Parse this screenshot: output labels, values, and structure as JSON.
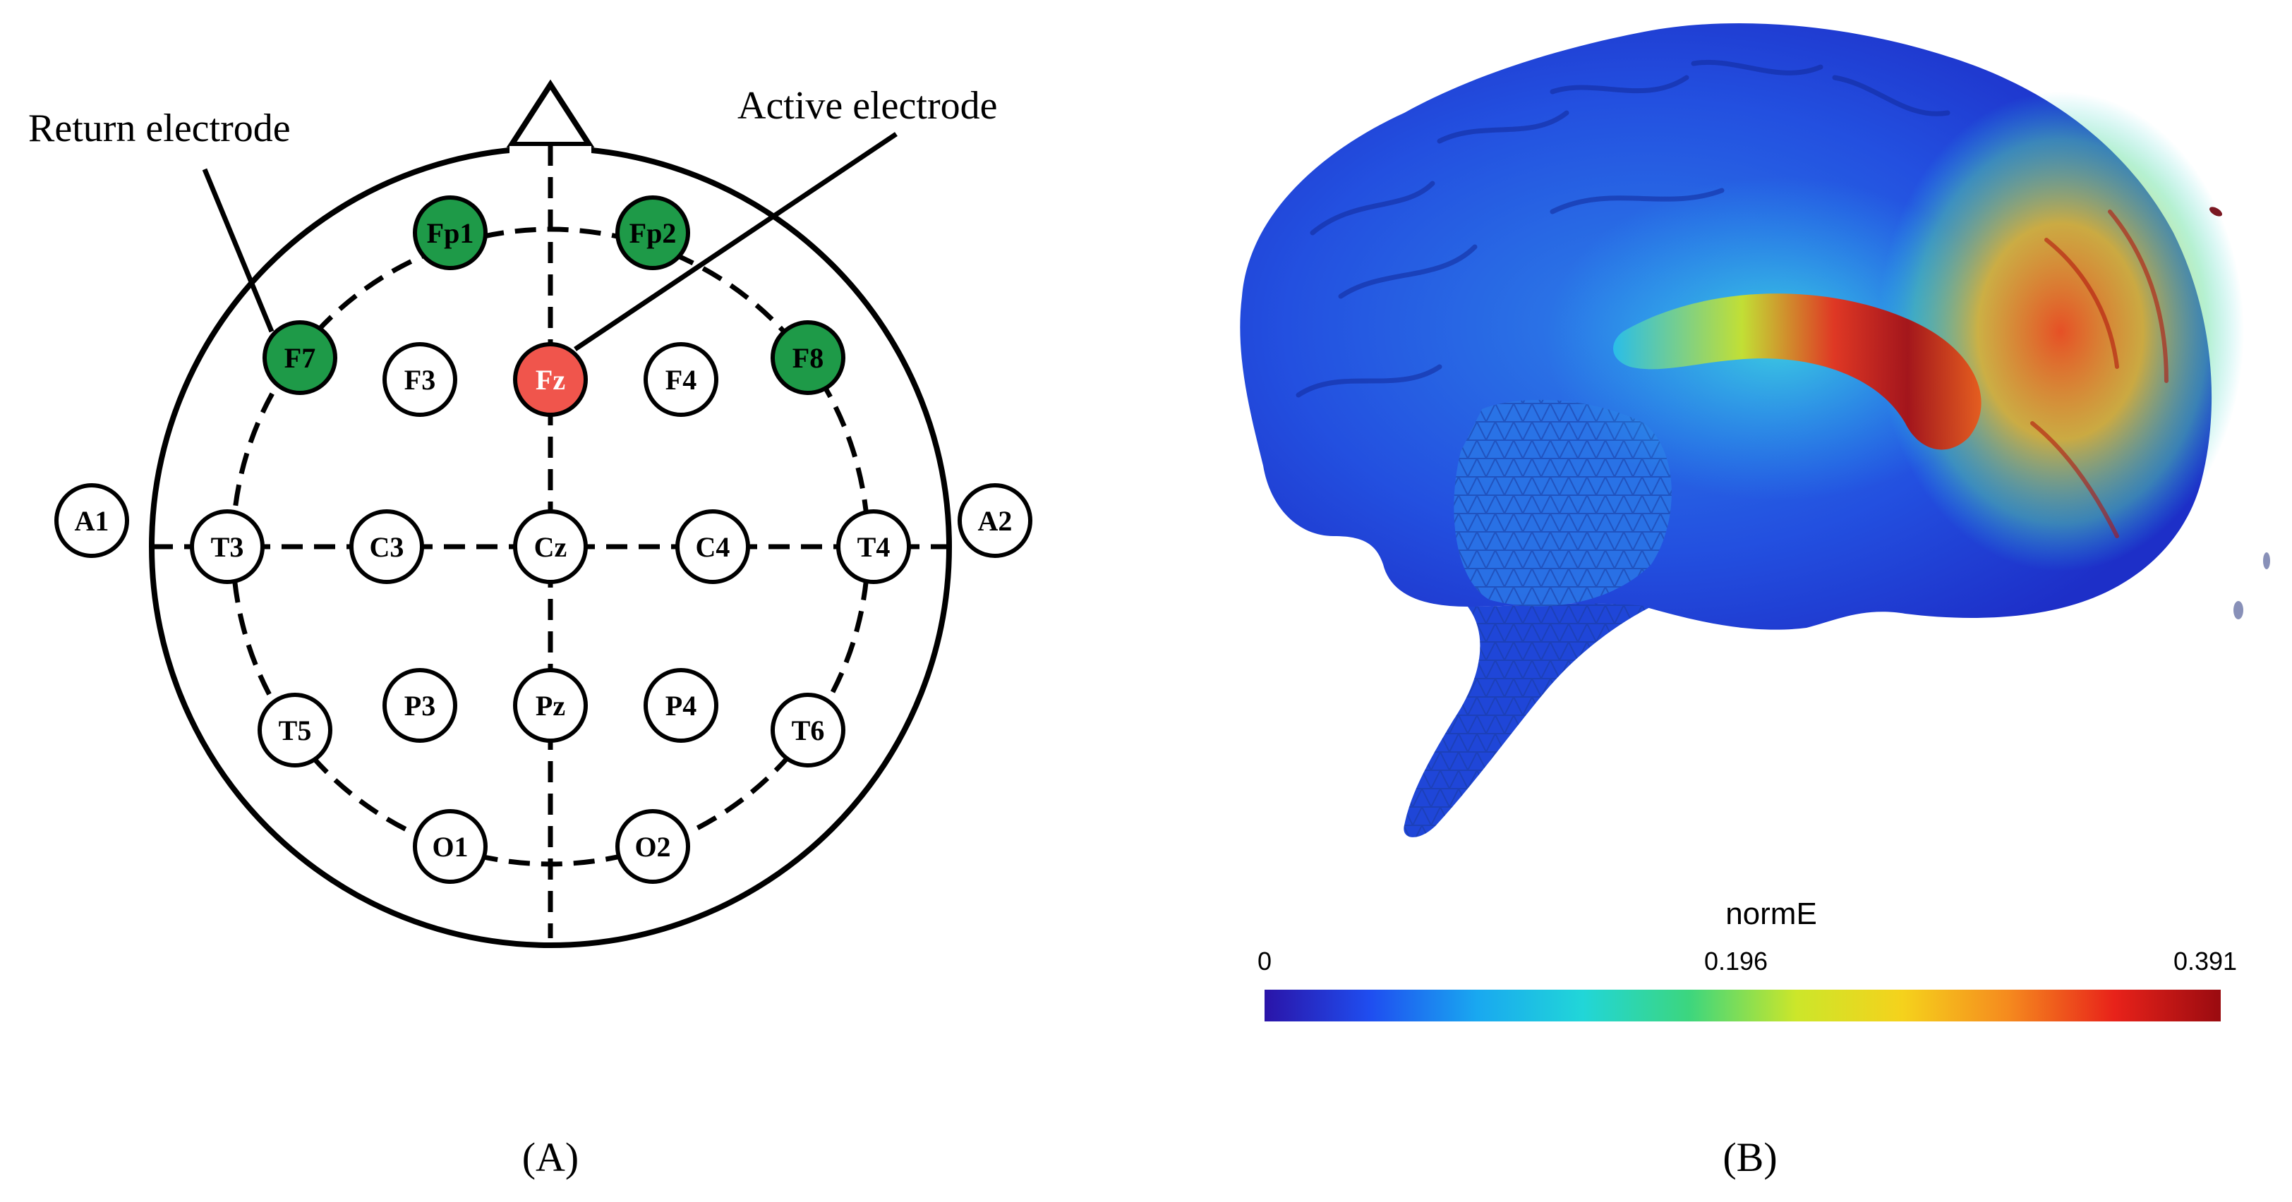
{
  "panel_a": {
    "label": "(A)",
    "annotations": {
      "return": "Return electrode",
      "active": "Active electrode"
    },
    "colors": {
      "return_fill": "#1e9a48",
      "active_fill": "#f0554c",
      "default_fill": "#ffffff",
      "stroke": "#000000"
    },
    "electrodes": [
      {
        "id": "Fp1",
        "role": "return"
      },
      {
        "id": "Fp2",
        "role": "return"
      },
      {
        "id": "F7",
        "role": "return"
      },
      {
        "id": "F3",
        "role": "none"
      },
      {
        "id": "Fz",
        "role": "active"
      },
      {
        "id": "F4",
        "role": "none"
      },
      {
        "id": "F8",
        "role": "return"
      },
      {
        "id": "A1",
        "role": "none"
      },
      {
        "id": "T3",
        "role": "none"
      },
      {
        "id": "C3",
        "role": "none"
      },
      {
        "id": "Cz",
        "role": "none"
      },
      {
        "id": "C4",
        "role": "none"
      },
      {
        "id": "T4",
        "role": "none"
      },
      {
        "id": "A2",
        "role": "none"
      },
      {
        "id": "T5",
        "role": "none"
      },
      {
        "id": "P3",
        "role": "none"
      },
      {
        "id": "Pz",
        "role": "none"
      },
      {
        "id": "P4",
        "role": "none"
      },
      {
        "id": "T6",
        "role": "none"
      },
      {
        "id": "O1",
        "role": "none"
      },
      {
        "id": "O2",
        "role": "none"
      }
    ]
  },
  "panel_b": {
    "label": "(B)",
    "colorbar": {
      "title": "normE",
      "min": "0",
      "mid": "0.196",
      "max": "0.391",
      "colors": [
        "#2a14a8",
        "#1f4ef0",
        "#19a8f0",
        "#21d6d8",
        "#3cd67e",
        "#cce62a",
        "#f5d21c",
        "#f58a1e",
        "#e8221a",
        "#9a0b10"
      ]
    }
  }
}
